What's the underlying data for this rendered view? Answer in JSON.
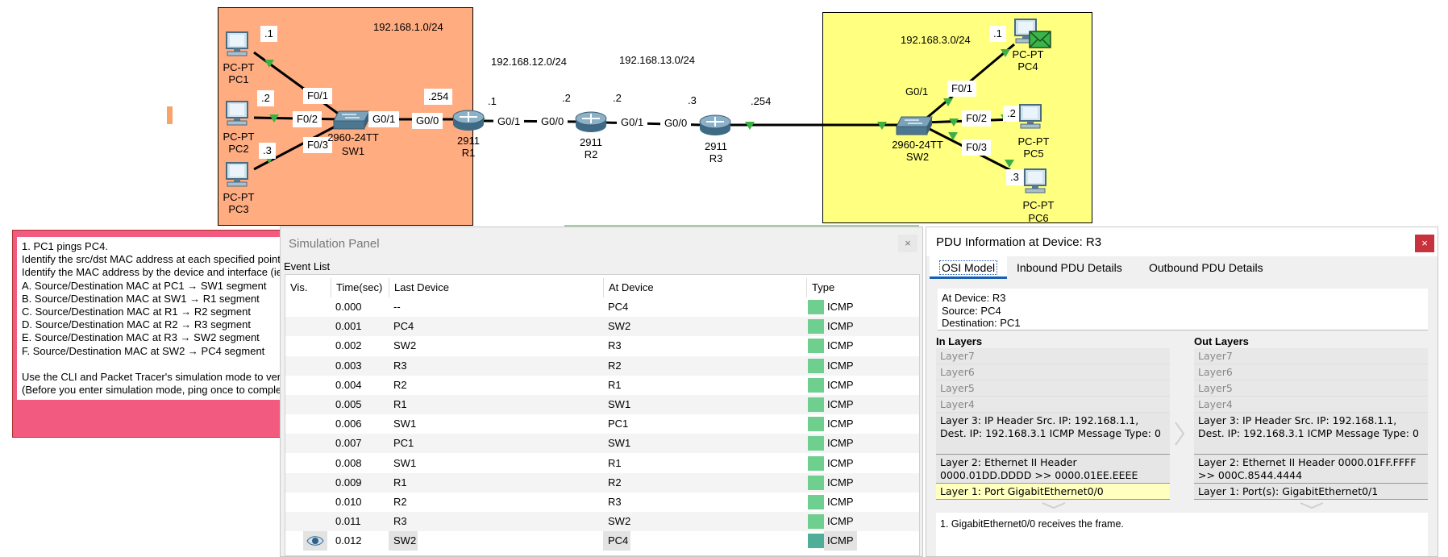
{
  "topology": {
    "zone_left_color": "#ffac81",
    "zone_right_color": "#ffff80",
    "networks": {
      "lan1": "192.168.1.0/24",
      "link12": "192.168.12.0/24",
      "link13": "192.168.13.0/24",
      "lan3": "192.168.3.0/24"
    },
    "pc1": {
      "type": "PC-PT",
      "name": "PC1",
      "addr": ".1"
    },
    "pc2": {
      "type": "PC-PT",
      "name": "PC2",
      "addr": ".2"
    },
    "pc3": {
      "type": "PC-PT",
      "name": "PC3",
      "addr": ".3"
    },
    "pc4": {
      "type": "PC-PT",
      "name": "PC4",
      "addr": ".1"
    },
    "pc5": {
      "type": "PC-PT",
      "name": "PC5",
      "addr": ".2"
    },
    "pc6": {
      "type": "PC-PT",
      "name": "PC6",
      "addr": ".3"
    },
    "sw1": {
      "model": "2960-24TT",
      "name": "SW1",
      "f01": "F0/1",
      "f02": "F0/2",
      "f03": "F0/3",
      "g01": "G0/1"
    },
    "sw2": {
      "model": "2960-24TT",
      "name": "SW2",
      "f01": "F0/1",
      "f02": "F0/2",
      "f03": "F0/3",
      "g01": "G0/1"
    },
    "r1": {
      "model": "2911",
      "name": "R1",
      "g00": "G0/0",
      "g01": "G0/1",
      "addr_lan": ".254",
      "addr_wan": ".1"
    },
    "r2": {
      "model": "2911",
      "name": "R2",
      "g00": "G0/0",
      "g01": "G0/1",
      "addr_a": ".2",
      "addr_b": ".2"
    },
    "r3": {
      "model": "2911",
      "name": "R3",
      "g00": "G0/0",
      "addr_wan": ".3",
      "addr_lan": ".254"
    }
  },
  "task": {
    "lines": [
      "1. PC1 pings PC4.",
      "Identify the src/dst MAC address at each specified point",
      "Identify the MAC address by the device and interface (ie",
      "A. Source/Destination MAC at PC1 → SW1 segment",
      "B. Source/Destination MAC at SW1 → R1 segment",
      "C. Source/Destination MAC at R1 → R2 segment",
      "D. Source/Destination MAC at R2 → R3 segment",
      "E. Source/Destination MAC at R3 → SW2 segment",
      "F. Source/Destination MAC at SW2 → PC4 segment",
      "",
      "Use the CLI and Packet Tracer's simulation mode to veri",
      "(Before you enter simulation mode, ping once to complet"
    ]
  },
  "simulation": {
    "title": "Simulation Panel",
    "close": "×",
    "event_list_label": "Event List",
    "headers": [
      "Vis.",
      "Time(sec)",
      "Last Device",
      "At Device",
      "Type"
    ],
    "events": [
      {
        "time": "0.000",
        "last": "--",
        "at": "PC4",
        "type": "ICMP"
      },
      {
        "time": "0.001",
        "last": "PC4",
        "at": "SW2",
        "type": "ICMP"
      },
      {
        "time": "0.002",
        "last": "SW2",
        "at": "R3",
        "type": "ICMP"
      },
      {
        "time": "0.003",
        "last": "R3",
        "at": "R2",
        "type": "ICMP"
      },
      {
        "time": "0.004",
        "last": "R2",
        "at": "R1",
        "type": "ICMP"
      },
      {
        "time": "0.005",
        "last": "R1",
        "at": "SW1",
        "type": "ICMP"
      },
      {
        "time": "0.006",
        "last": "SW1",
        "at": "PC1",
        "type": "ICMP"
      },
      {
        "time": "0.007",
        "last": "PC1",
        "at": "SW1",
        "type": "ICMP"
      },
      {
        "time": "0.008",
        "last": "SW1",
        "at": "R1",
        "type": "ICMP"
      },
      {
        "time": "0.009",
        "last": "R1",
        "at": "R2",
        "type": "ICMP"
      },
      {
        "time": "0.010",
        "last": "R2",
        "at": "R3",
        "type": "ICMP"
      },
      {
        "time": "0.011",
        "last": "R3",
        "at": "SW2",
        "type": "ICMP"
      },
      {
        "time": "0.012",
        "last": "SW2",
        "at": "PC4",
        "type": "ICMP"
      }
    ],
    "type_color": "#6fcf8f",
    "selected_type_color": "#4fae9a"
  },
  "pdu": {
    "title": "PDU Information at Device: R3",
    "close": "×",
    "tabs": [
      "OSI Model",
      "Inbound PDU Details",
      "Outbound PDU Details"
    ],
    "device_info": [
      "At Device: R3",
      "Source: PC4",
      "Destination: PC1"
    ],
    "in_layers_label": "In Layers",
    "out_layers_label": "Out Layers",
    "in_layers": [
      "Layer7",
      "Layer6",
      "Layer5",
      "Layer4",
      "Layer 3: IP Header Src. IP: 192.168.1.1, Dest. IP: 192.168.3.1 ICMP Message Type: 0",
      "Layer 2: Ethernet II Header 0000.01DD.DDDD >> 0000.01EE.EEEE",
      "Layer 1: Port GigabitEthernet0/0"
    ],
    "out_layers": [
      "Layer7",
      "Layer6",
      "Layer5",
      "Layer4",
      "Layer 3: IP Header Src. IP: 192.168.1.1, Dest. IP: 192.168.3.1 ICMP Message Type: 0",
      "Layer 2: Ethernet II Header 0000.01FF.FFFF >> 000C.8544.4444",
      "Layer 1: Port(s): GigabitEthernet0/1"
    ],
    "description": "1. GigabitEthernet0/0 receives the frame."
  }
}
